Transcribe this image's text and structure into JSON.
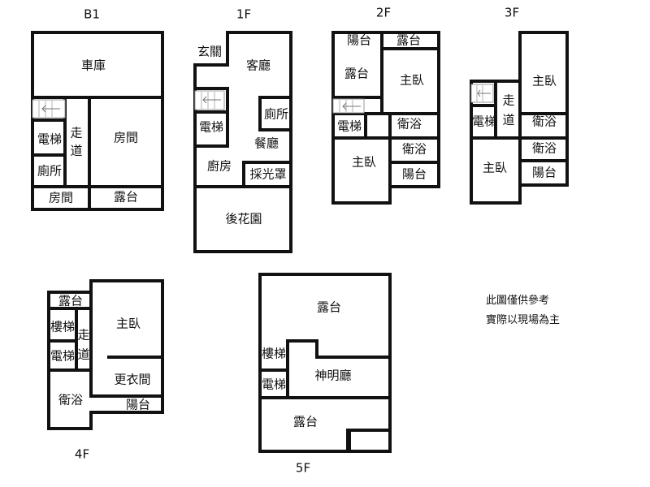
{
  "floors": {
    "b1": {
      "label": "B1",
      "rooms": {
        "garage": "車庫",
        "elevator": "電梯",
        "corridor": "走道",
        "toilet": "廁所",
        "room_big": "房間",
        "room_small": "房間",
        "balcony": "露台"
      }
    },
    "f1": {
      "label": "1F",
      "rooms": {
        "entrance": "玄關",
        "living": "客廳",
        "elevator": "電梯",
        "toilet": "廁所",
        "dining": "餐廳",
        "kitchen": "廚房",
        "skylight": "採光罩",
        "garden": "後花園"
      }
    },
    "f2": {
      "label": "2F",
      "rooms": {
        "sun_a": "陽台",
        "terrace_top": "露台",
        "terrace": "露台",
        "master_a": "主臥",
        "elevator": "電梯",
        "bath_a": "衛浴",
        "bath_b": "衛浴",
        "master_b": "主臥",
        "sun_b": "陽台"
      }
    },
    "f3": {
      "label": "3F",
      "rooms": {
        "master_a": "主臥",
        "corridor": "走道",
        "elevator": "電梯",
        "bath_a": "衛浴",
        "bath_b": "衛浴",
        "master_b": "主臥",
        "sun": "陽台"
      }
    },
    "f4": {
      "label": "4F",
      "rooms": {
        "terrace": "露台",
        "stairs": "樓梯",
        "corridor": "走道",
        "elevator": "電梯",
        "master": "主臥",
        "closet": "更衣間",
        "bath": "衛浴",
        "sun": "陽台"
      }
    },
    "f5": {
      "label": "5F",
      "rooms": {
        "terrace_top": "露台",
        "stairs": "樓梯",
        "shrine": "神明廳",
        "elevator": "電梯",
        "terrace_bottom": "露台"
      }
    }
  },
  "notes": {
    "line1": "此圖僅供參考",
    "line2": "實際以現場為主"
  }
}
